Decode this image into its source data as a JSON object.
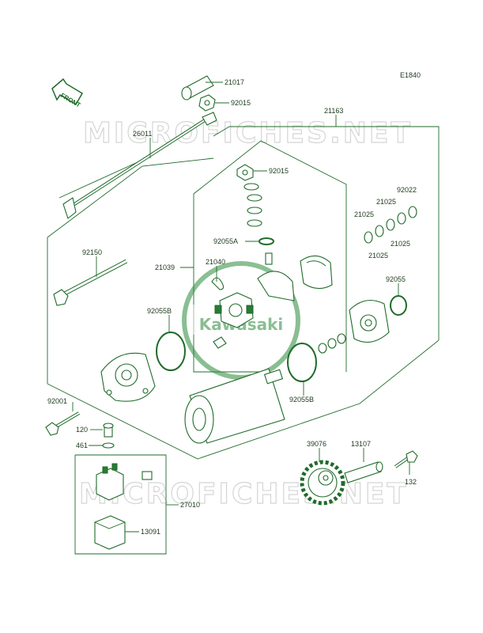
{
  "diagram_code": "E1840",
  "front_label": "FRONT",
  "watermark": "MICROFICHES.NET",
  "logo_text": "Kawasaki",
  "part_labels": {
    "p21017": "21017",
    "p92015a": "92015",
    "p21163": "21163",
    "p26011": "26011",
    "p92015b": "92015",
    "p92022": "92022",
    "p21025a": "21025",
    "p21025b": "21025",
    "p21025c": "21025",
    "p21025d": "21025",
    "p92055a": "92055A",
    "p92150": "92150",
    "p21040": "21040",
    "p21039": "21039",
    "p92055": "92055",
    "p92055b1": "92055B",
    "p92055b2": "92055B",
    "p92001": "92001",
    "p120": "120",
    "p461": "461",
    "p27010": "27010",
    "p13091": "13091",
    "p39076": "39076",
    "p13107": "13107",
    "p132": "132"
  },
  "colors": {
    "line": "#1f6b2a",
    "text": "#1c3a1c",
    "watermark": "#d5d5d5"
  }
}
